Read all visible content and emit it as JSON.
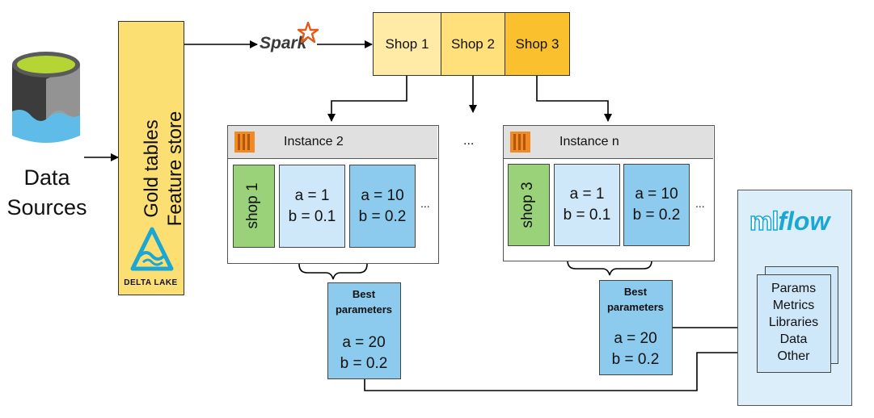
{
  "data_sources": {
    "line1": "Data",
    "line2": "Sources"
  },
  "gold_tables": {
    "line1": "Gold tables",
    "line2": "Feature store",
    "logo_text": "DELTA LAKE"
  },
  "spark": {
    "logo_text": "Spark"
  },
  "shops": [
    "Shop 1",
    "Shop 2",
    "Shop 3"
  ],
  "ellipsis": "...",
  "instances": [
    {
      "title": "Instance 2",
      "shop": "shop 1",
      "params": [
        {
          "a": "a = 1",
          "b": "b = 0.1"
        },
        {
          "a": "a = 10",
          "b": "b = 0.2"
        }
      ],
      "more": "...",
      "best": {
        "title1": "Best",
        "title2": "parameters",
        "a": "a = 20",
        "b": "b = 0.2"
      }
    },
    {
      "title": "Instance n",
      "shop": "shop 3",
      "params": [
        {
          "a": "a = 1",
          "b": "b = 0.1"
        },
        {
          "a": "a = 10",
          "b": "b = 0.2"
        }
      ],
      "more": "...",
      "best": {
        "title1": "Best",
        "title2": "parameters",
        "a": "a = 20",
        "b": "b = 0.2"
      }
    }
  ],
  "mlflow": {
    "logo_ml": "ml",
    "logo_flow": "flow",
    "items": [
      "Params",
      "Metrics",
      "Libraries",
      "Data",
      "Other"
    ]
  },
  "colors": {
    "gold": "#fcdf73",
    "shop1": "#ffeaa6",
    "shop2": "#ffe07a",
    "shop3": "#fbc02d",
    "green": "#9ad27a",
    "light_blue": "#cfe8f9",
    "mid_blue": "#8ccbee",
    "mlflow_bg": "#ddeefb",
    "instance_header": "#e0e0e0",
    "aws_orange": "#f08a24"
  }
}
